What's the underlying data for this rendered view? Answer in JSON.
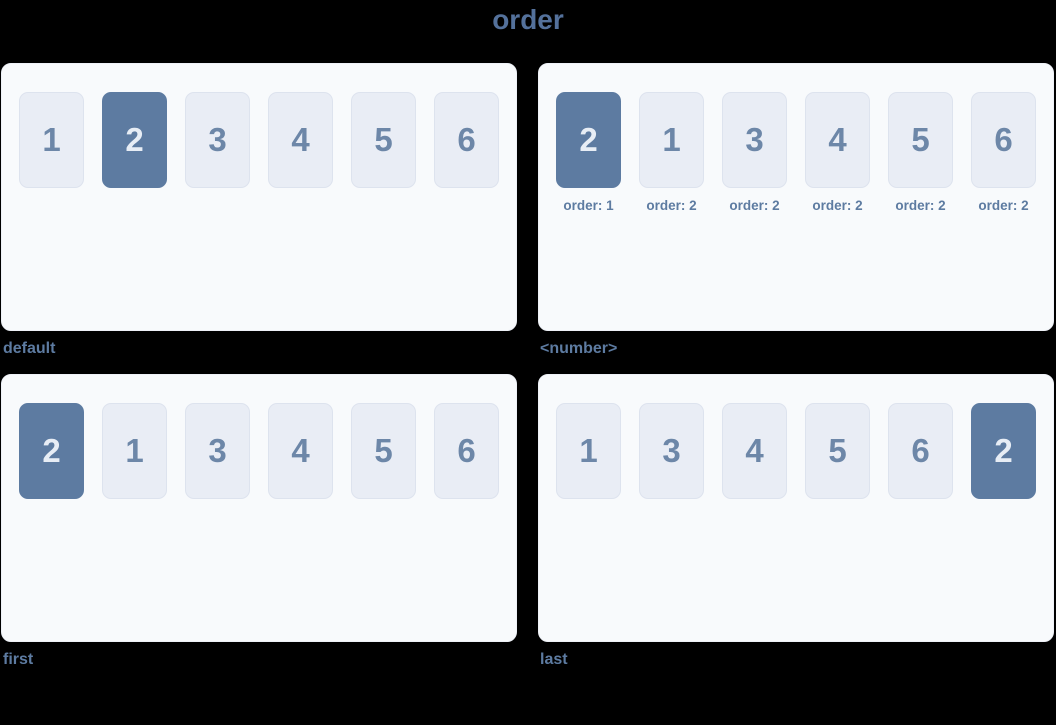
{
  "title": "order",
  "colors": {
    "page-bg": "#000000",
    "panel-bg": "#f8fafc",
    "panel-border": "#eef1f7",
    "box-bg": "#e9edf5",
    "box-border": "#dde3ee",
    "box-text": "#6d87a8",
    "highlight-bg": "#5d7ba1",
    "highlight-text": "#e7edf5",
    "accent-text": "#54719b",
    "caption-text": "#5d7ba1"
  },
  "panels": [
    {
      "caption": "default",
      "items": [
        {
          "label": "1",
          "highlight": false
        },
        {
          "label": "2",
          "highlight": true
        },
        {
          "label": "3",
          "highlight": false
        },
        {
          "label": "4",
          "highlight": false
        },
        {
          "label": "5",
          "highlight": false
        },
        {
          "label": "6",
          "highlight": false
        }
      ]
    },
    {
      "caption": "<number>",
      "items": [
        {
          "label": "2",
          "highlight": true,
          "note": "order: 1"
        },
        {
          "label": "1",
          "highlight": false,
          "note": "order: 2"
        },
        {
          "label": "3",
          "highlight": false,
          "note": "order: 2"
        },
        {
          "label": "4",
          "highlight": false,
          "note": "order: 2"
        },
        {
          "label": "5",
          "highlight": false,
          "note": "order: 2"
        },
        {
          "label": "6",
          "highlight": false,
          "note": "order: 2"
        }
      ]
    },
    {
      "caption": "first",
      "items": [
        {
          "label": "2",
          "highlight": true
        },
        {
          "label": "1",
          "highlight": false
        },
        {
          "label": "3",
          "highlight": false
        },
        {
          "label": "4",
          "highlight": false
        },
        {
          "label": "5",
          "highlight": false
        },
        {
          "label": "6",
          "highlight": false
        }
      ]
    },
    {
      "caption": "last",
      "items": [
        {
          "label": "1",
          "highlight": false
        },
        {
          "label": "3",
          "highlight": false
        },
        {
          "label": "4",
          "highlight": false
        },
        {
          "label": "5",
          "highlight": false
        },
        {
          "label": "6",
          "highlight": false
        },
        {
          "label": "2",
          "highlight": true
        }
      ]
    }
  ]
}
